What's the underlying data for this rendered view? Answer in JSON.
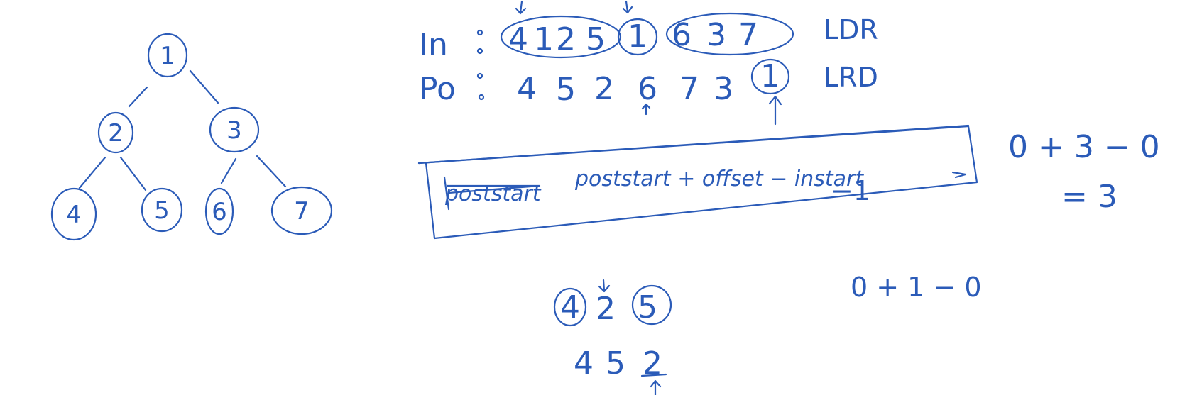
{
  "colors": {
    "ink": "#2b5bb8",
    "background": "#ffffff"
  },
  "tree": {
    "nodes": [
      "1",
      "2",
      "3",
      "4",
      "5",
      "6",
      "7"
    ]
  },
  "inorder": {
    "label": "In",
    "left_group": [
      "4",
      "1",
      "2",
      "5"
    ],
    "root": "1",
    "right_group": [
      "6",
      "3",
      "7"
    ],
    "order_name": "LDR"
  },
  "postorder": {
    "label": "Po",
    "values": [
      "4",
      "5",
      "2",
      "6",
      "7",
      "3"
    ],
    "root": "1",
    "order_name": "LRD"
  },
  "formula": {
    "text_crossed": "poststart",
    "text": "poststart + offset − instart",
    "minus_one": "−1"
  },
  "calc1": {
    "line1": "0 + 3 − 0",
    "line2": "= 3"
  },
  "calc2": {
    "line1": "0 + 1 − 0"
  },
  "sub": {
    "inorder": [
      "4",
      "2",
      "5"
    ],
    "postorder": [
      "4",
      "5",
      "2"
    ]
  }
}
